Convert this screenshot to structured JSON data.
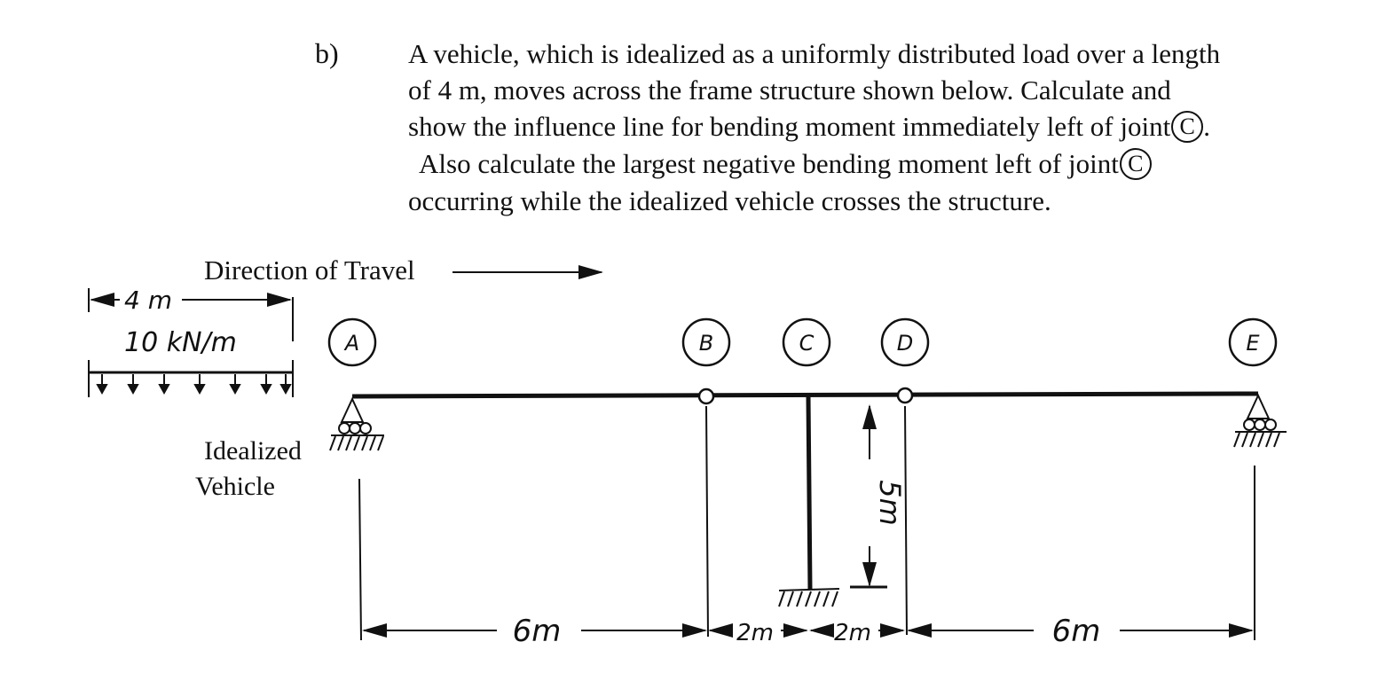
{
  "problem": {
    "label": "b)",
    "lines": [
      {
        "text": "A vehicle, which is idealized as a uniformly distributed load over a length"
      },
      {
        "text": "of 4 m, moves across the frame structure shown below.  Calculate and"
      },
      {
        "text": "show the influence line for bending moment immediately left of joint",
        "joint": "C",
        "after": "."
      },
      {
        "text": "Also calculate the largest negative bending moment left of  joint",
        "joint": "C",
        "after": ""
      },
      {
        "text": "occurring while the idealized vehicle crosses the structure."
      }
    ]
  },
  "figure": {
    "direction_label": "Direction of Travel",
    "vehicle": {
      "length_label": "4 m",
      "load_label": "10 kN/m",
      "caption_line1": "Idealized",
      "caption_line2": "Vehicle"
    },
    "joints": [
      "A",
      "B",
      "C",
      "D",
      "E"
    ],
    "height_label": "5m",
    "spans": [
      "6m",
      "2m",
      "2m",
      "6m"
    ]
  }
}
